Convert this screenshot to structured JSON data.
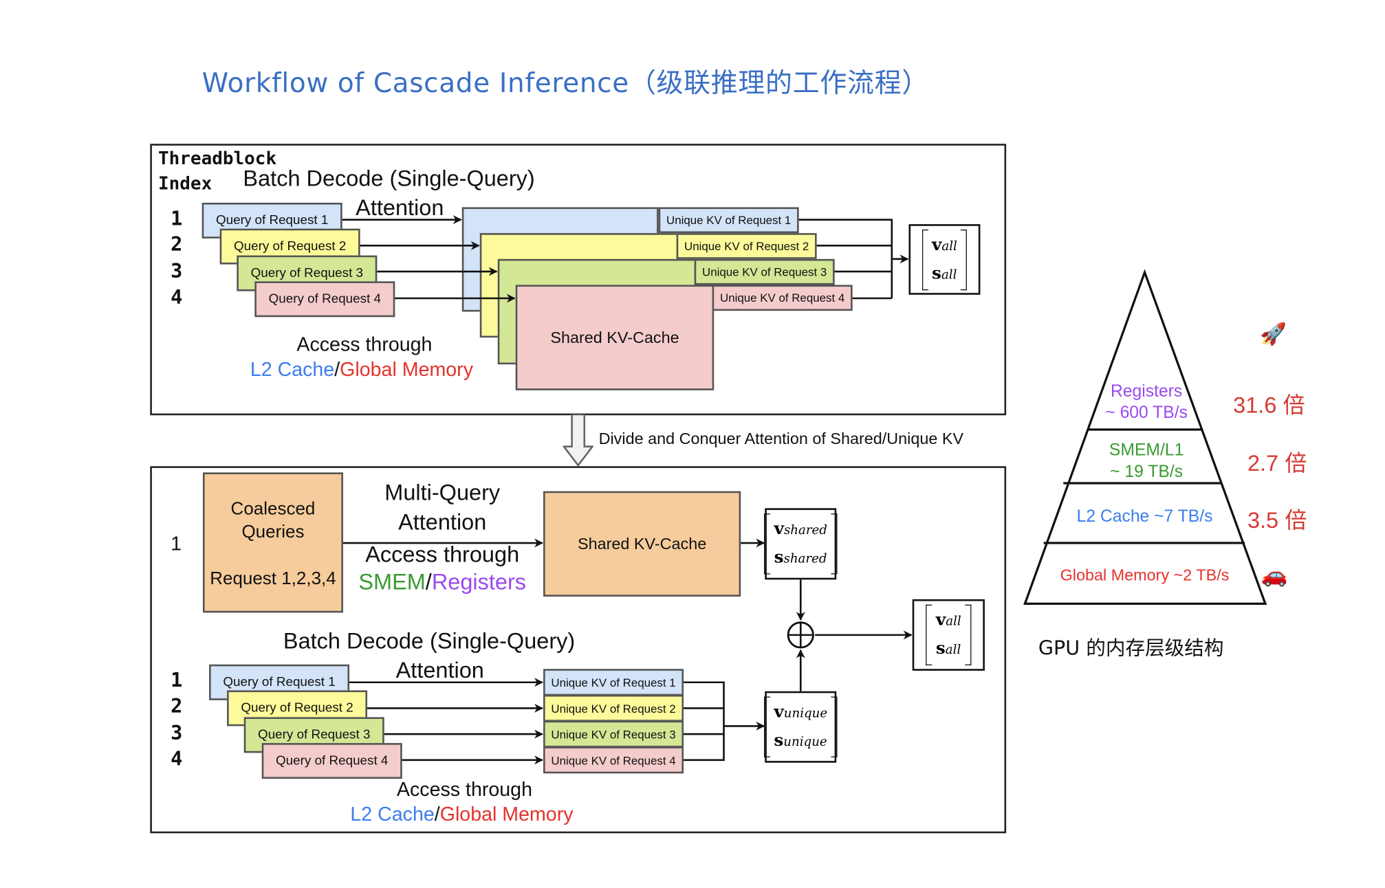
{
  "title": "Workflow of Cascade Inference（级联推理的工作流程）",
  "top_panel": {
    "header_line1": "Threadblock",
    "header_line2": "Index",
    "heading_line1": "Batch Decode (Single-Query)",
    "heading_line2": "Attention",
    "indices": [
      "1",
      "2",
      "3",
      "4"
    ],
    "queries": [
      "Query of Request 1",
      "Query of Request 2",
      "Query of Request 3",
      "Query of Request 4"
    ],
    "unique_kv": [
      "Unique KV of Request 1",
      "Unique KV of Request 2",
      "Unique KV of Request 3",
      "Unique KV of Request 4"
    ],
    "shared_kv": "Shared KV-Cache",
    "access_line": "Access through",
    "access_l2": "L2 Cache",
    "access_sep": "/",
    "access_global": "Global Memory",
    "output": {
      "v": "v",
      "v_sub": "all",
      "s": "s",
      "s_sub": "all"
    }
  },
  "transition_label": "Divide and Conquer Attention of Shared/Unique KV",
  "bottom_panel": {
    "mq_index": "1",
    "coalesced_line1": "Coalesced",
    "coalesced_line2": "Queries",
    "coalesced_line3": "Request 1,2,3,4",
    "mq_heading_line1": "Multi-Query",
    "mq_heading_line2": "Attention",
    "mq_access_line": "Access through",
    "mq_access_smem": "SMEM",
    "mq_access_sep": "/",
    "mq_access_registers": "Registers",
    "shared_kv": "Shared KV-Cache",
    "shared_out": {
      "v": "v",
      "v_sub": "shared",
      "s": "s",
      "s_sub": "shared"
    },
    "bd_heading_line1": "Batch Decode (Single-Query)",
    "bd_heading_line2": "Attention",
    "indices": [
      "1",
      "2",
      "3",
      "4"
    ],
    "queries": [
      "Query of Request 1",
      "Query of Request 2",
      "Query of Request 3",
      "Query of Request 4"
    ],
    "unique_kv": [
      "Unique KV of Request 1",
      "Unique KV of Request 2",
      "Unique KV of Request 3",
      "Unique KV of Request 4"
    ],
    "unique_out": {
      "v": "v",
      "v_sub": "unique",
      "s": "s",
      "s_sub": "unique"
    },
    "access_line": "Access through",
    "access_l2": "L2 Cache",
    "access_sep": "/",
    "access_global": "Global Memory",
    "merge_symbol": "⊕",
    "final_out": {
      "v": "v",
      "v_sub": "all",
      "s": "s",
      "s_sub": "all"
    }
  },
  "pyramid": {
    "levels": [
      {
        "name": "Registers",
        "bandwidth": "~ 600 TB/s",
        "color": "#9a49f0"
      },
      {
        "name": "SMEM/L1",
        "bandwidth": "~ 19 TB/s",
        "color": "#3a9a32"
      },
      {
        "name": "L2 Cache ~7 TB/s",
        "bandwidth": "",
        "color": "#3b7ded"
      },
      {
        "name": "Global Memory ~2 TB/s",
        "bandwidth": "",
        "color": "#e5322c"
      }
    ],
    "ratios": [
      "31.6 倍",
      "2.7 倍",
      "3.5 倍"
    ],
    "fast_icon": "🚀",
    "slow_icon": "🚗",
    "caption": "GPU 的内存层级结构"
  }
}
